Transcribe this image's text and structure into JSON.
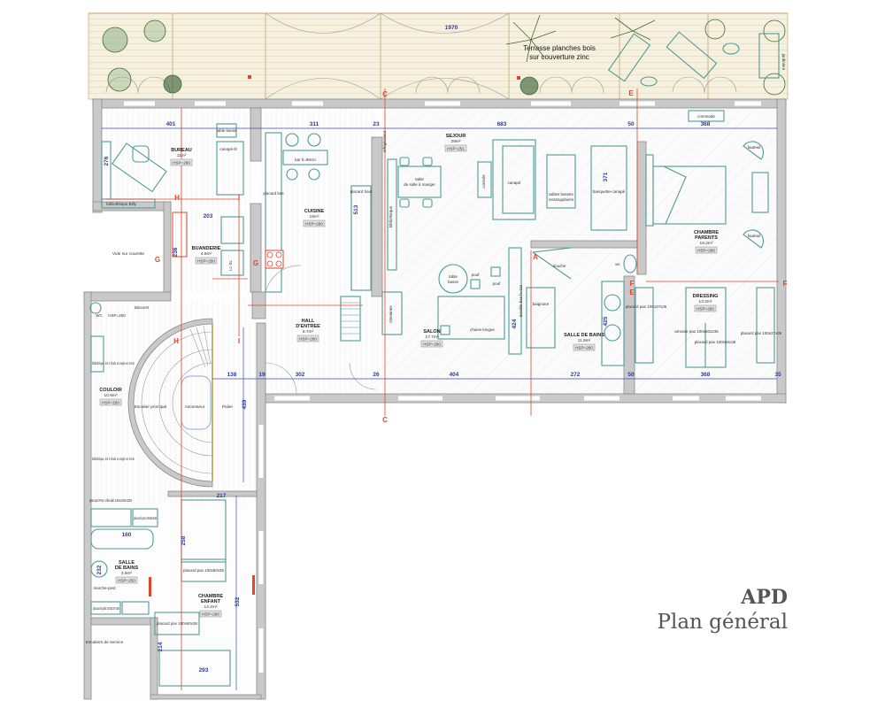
{
  "title": {
    "code": "APD",
    "subtitle": "Plan général"
  },
  "terrace": {
    "line1": "Terrasse planches bois",
    "line2": "sur couverture zinc",
    "width_dim": "1970",
    "tag": "jardinière"
  },
  "rooms": {
    "bureau": {
      "name": "BUREAU",
      "area": "11m²",
      "hsp": "HSP=260"
    },
    "cuisine": {
      "name": "CUISINE",
      "area": "16m²",
      "hsp": "HSP=260"
    },
    "buanderie": {
      "name": "BUANDERIE",
      "area": "4.8m²",
      "hsp": "HSP=250"
    },
    "sejour": {
      "name": "SEJOUR",
      "area": "29m²",
      "hsp": "HSP=251"
    },
    "chambre_parents": {
      "name1": "CHAMBRE",
      "name2": "PARENTS",
      "area": "18.2m²",
      "hsp": "HSP=260"
    },
    "dressing": {
      "name": "DRESSING",
      "area": "13.2m²",
      "hsp": "HSP=260"
    },
    "salle_de_bains": {
      "name": "SALLE DE BAINS",
      "area": "11.9m²",
      "hsp": "HSP=260"
    },
    "salon": {
      "name": "SALON",
      "area": "17.7m²",
      "hsp": "HSP=260"
    },
    "hall": {
      "name1": "HALL",
      "name2": "D'ENTREE",
      "area": "8.7m²",
      "hsp": "HSP=260"
    },
    "couloir": {
      "name": "COULOIR",
      "area": "10.6m²",
      "hsp": "HSP=250"
    },
    "escalier": {
      "name": "Escalier principal"
    },
    "ascenseur": {
      "name": "Ascenseur"
    },
    "palier": {
      "name": "Palier"
    },
    "sdb_enfant": {
      "name1": "SALLE",
      "name2": "DE BAINS",
      "area": "3.9m²",
      "hsp": "HSP=250"
    },
    "chambre_enfant": {
      "name1": "CHAMBRE",
      "name2": "ENFANT",
      "area": "14.2m²",
      "hsp": "HSP=260"
    },
    "vide": {
      "name": "Vide sur courette"
    },
    "escaliers_service": {
      "name": "Escaliers de service"
    },
    "wc": {
      "name": "WC",
      "hsp": "HSP=250"
    }
  },
  "furniture": {
    "table_manger1": "table",
    "table_manger2": "de salle à manger",
    "canape": "canapé",
    "console": "console",
    "tables_basses1": "tables basses",
    "tables_basses2": "rectangulaires",
    "banquette": "banquette-canapé",
    "table_basse1": "table",
    "table_basse2": "basse",
    "chaise_longue": "chaise longue",
    "baignoire": "baignoire",
    "douche": "douche",
    "wc": "wc",
    "bar": "bar h=88cm",
    "placard_bas": "placard bas",
    "placard_haut": "placard haut",
    "biblio_billy": "bibliothèque Billy",
    "canape_lit": "canapé-lit",
    "table_basse_bureau": "table basse",
    "commode": "commode",
    "fauteuil1": "fauteuil",
    "fauteuil2": "fauteuil",
    "dressing_armoire": "armoire pax 100x60x236",
    "placard_pax_dress": "placard pax 100x60x36",
    "placard_pax_1": "placard pax 100x37x36",
    "placard_pax_2": "placard pax 100x37x36",
    "biblio_couloir1": "bibliothèque, les 2 fonds en angle en miroir",
    "biblio_couloir2": "bibliothèque, les 2 fonds en angle en miroir",
    "placard_vikedal": "placard Pax Vikedal 160x160x236",
    "placard_pax_50": "placard pax 50x60x36",
    "placard_enfant1": "placard pax 100x60x36",
    "placard_enfant2": "placard pax 100x60x36",
    "marche_pied": "marche-pied",
    "placard_plat": "placard plat 100x37x36",
    "chemine": "cheminée",
    "meuble_bas": "meuble bas h=111",
    "bibliotheque": "bibliothèque",
    "refrigerateur": "réfrigérateur",
    "lave_linge": "LL-SL",
    "pouf1": "pouf",
    "pouf2": "pouf",
    "tabouret": "tabouret"
  },
  "dimensions": {
    "d401": "401",
    "d311": "311",
    "d683": "683",
    "d50a": "50",
    "d368a": "368",
    "d276": "276",
    "d203": "203",
    "d513": "513",
    "d371": "371",
    "d236": "236",
    "d138": "138",
    "d19": "19",
    "d302": "302",
    "d26": "26",
    "d404": "404",
    "d272": "272",
    "d50b": "50",
    "d368b": "368",
    "d35": "35",
    "d439": "439",
    "d424": "424",
    "d425": "425",
    "d217": "217",
    "d160": "160",
    "d258": "258",
    "d532": "532",
    "d214": "214",
    "d293": "293",
    "d23": "23",
    "d232": "232"
  },
  "section_marks": {
    "a": "A",
    "c": "C",
    "e": "E",
    "f": "F",
    "g": "G",
    "h": "H",
    "i": "I"
  },
  "colors": {
    "wall": "#c9c9c9",
    "furniture": "#4f9a98",
    "dimension": "#2c3c9c",
    "section": "#e2452c",
    "terrace": "#f3eedb"
  }
}
